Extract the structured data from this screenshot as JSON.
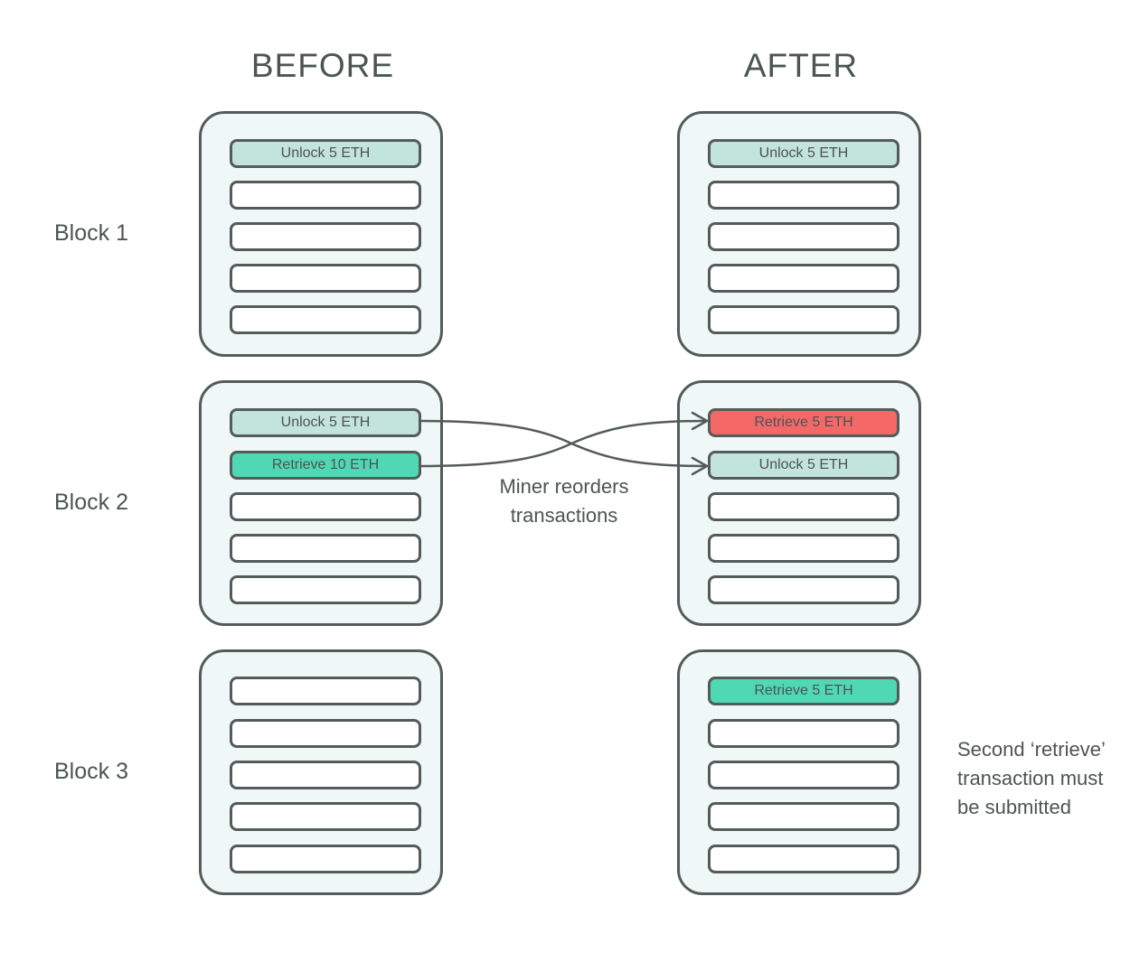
{
  "headers": {
    "before": "BEFORE",
    "after": "AFTER"
  },
  "rows": [
    {
      "label": "Block 1"
    },
    {
      "label": "Block 2"
    },
    {
      "label": "Block 3"
    }
  ],
  "before": {
    "block1": [
      "Unlock 5 ETH",
      "",
      "",
      "",
      ""
    ],
    "block2": [
      "Unlock 5 ETH",
      "Retrieve 10 ETH",
      "",
      "",
      ""
    ],
    "block3": [
      "",
      "",
      "",
      "",
      ""
    ]
  },
  "after": {
    "block1": [
      "Unlock 5 ETH",
      "",
      "",
      "",
      ""
    ],
    "block2": [
      "Retrieve 5 ETH",
      "Unlock 5 ETH",
      "",
      "",
      ""
    ],
    "block3": [
      "Retrieve 5 ETH",
      "",
      "",
      "",
      ""
    ]
  },
  "notes": {
    "miner_line1": "Miner reorders",
    "miner_line2": "transactions",
    "second_line1": "Second ‘retrieve’",
    "second_line2": "transaction must",
    "second_line3": "be submitted"
  },
  "colors": {
    "outline": "#545c5a",
    "block_fill": "#eff8f6",
    "unlock": "#c2e4db",
    "retrieve": "#4fd8b3",
    "retrieve_failed": "#f46868"
  }
}
